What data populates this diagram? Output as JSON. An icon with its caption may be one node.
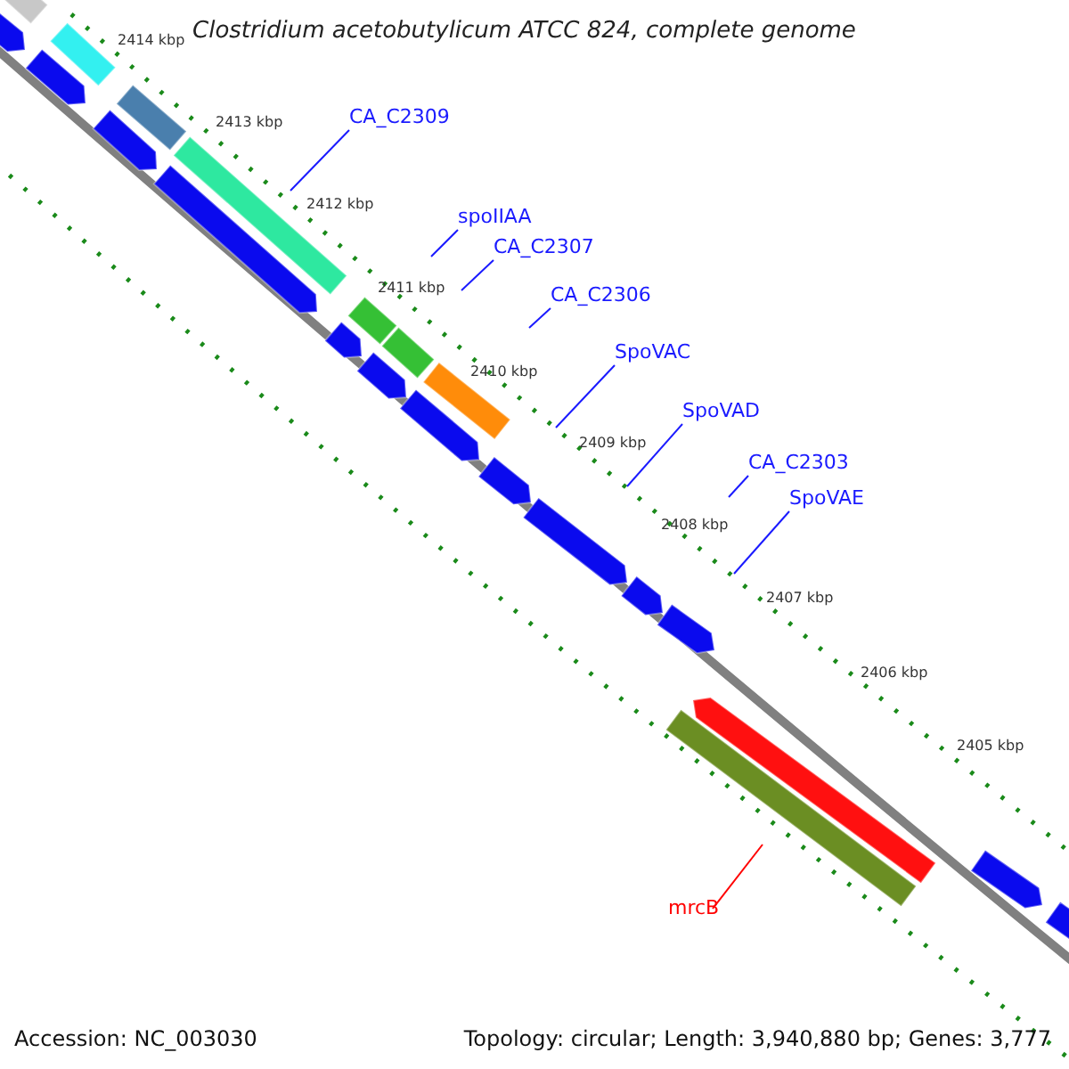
{
  "diagram": {
    "title": "Clostridium acetobutylicum ATCC 824, complete genome",
    "nodes": [
      {
        "text": [
          "CA_C2309"
        ]
      },
      {
        "text": [
          "spoIIAA"
        ]
      },
      {
        "text": [
          "CA_C2307"
        ]
      },
      {
        "text": [
          "CA_C2306"
        ]
      },
      {
        "text": [
          "SpoVAC"
        ]
      },
      {
        "text": [
          "SpoVAD"
        ]
      },
      {
        "text": [
          "CA_C2303"
        ]
      },
      {
        "text": [
          "SpoVAE"
        ]
      },
      {
        "text": [
          "mrcB"
        ]
      }
    ],
    "edges": [
      {
        "from": 0,
        "to": null,
        "arrow": "none"
      },
      {
        "from": 1,
        "to": null,
        "arrow": "none"
      },
      {
        "from": 2,
        "to": null,
        "arrow": "none"
      },
      {
        "from": 3,
        "to": null,
        "arrow": "none"
      },
      {
        "from": 4,
        "to": null,
        "arrow": "none"
      },
      {
        "from": 5,
        "to": null,
        "arrow": "none"
      },
      {
        "from": 6,
        "to": null,
        "arrow": "none"
      },
      {
        "from": 7,
        "to": null,
        "arrow": "none"
      },
      {
        "from": 8,
        "to": null,
        "arrow": "none",
        "color": "#ff0000"
      }
    ],
    "labels": [
      "2414 kbp",
      "2413 kbp",
      "2412 kbp",
      "2411 kbp",
      "2410 kbp",
      "2409 kbp",
      "2408 kbp",
      "2407 kbp",
      "2406 kbp",
      "2405 kbp",
      "Accession: NC_003030",
      "Topology: circular; Length: 3,940,880 bp; Genes: 3,777"
    ]
  }
}
